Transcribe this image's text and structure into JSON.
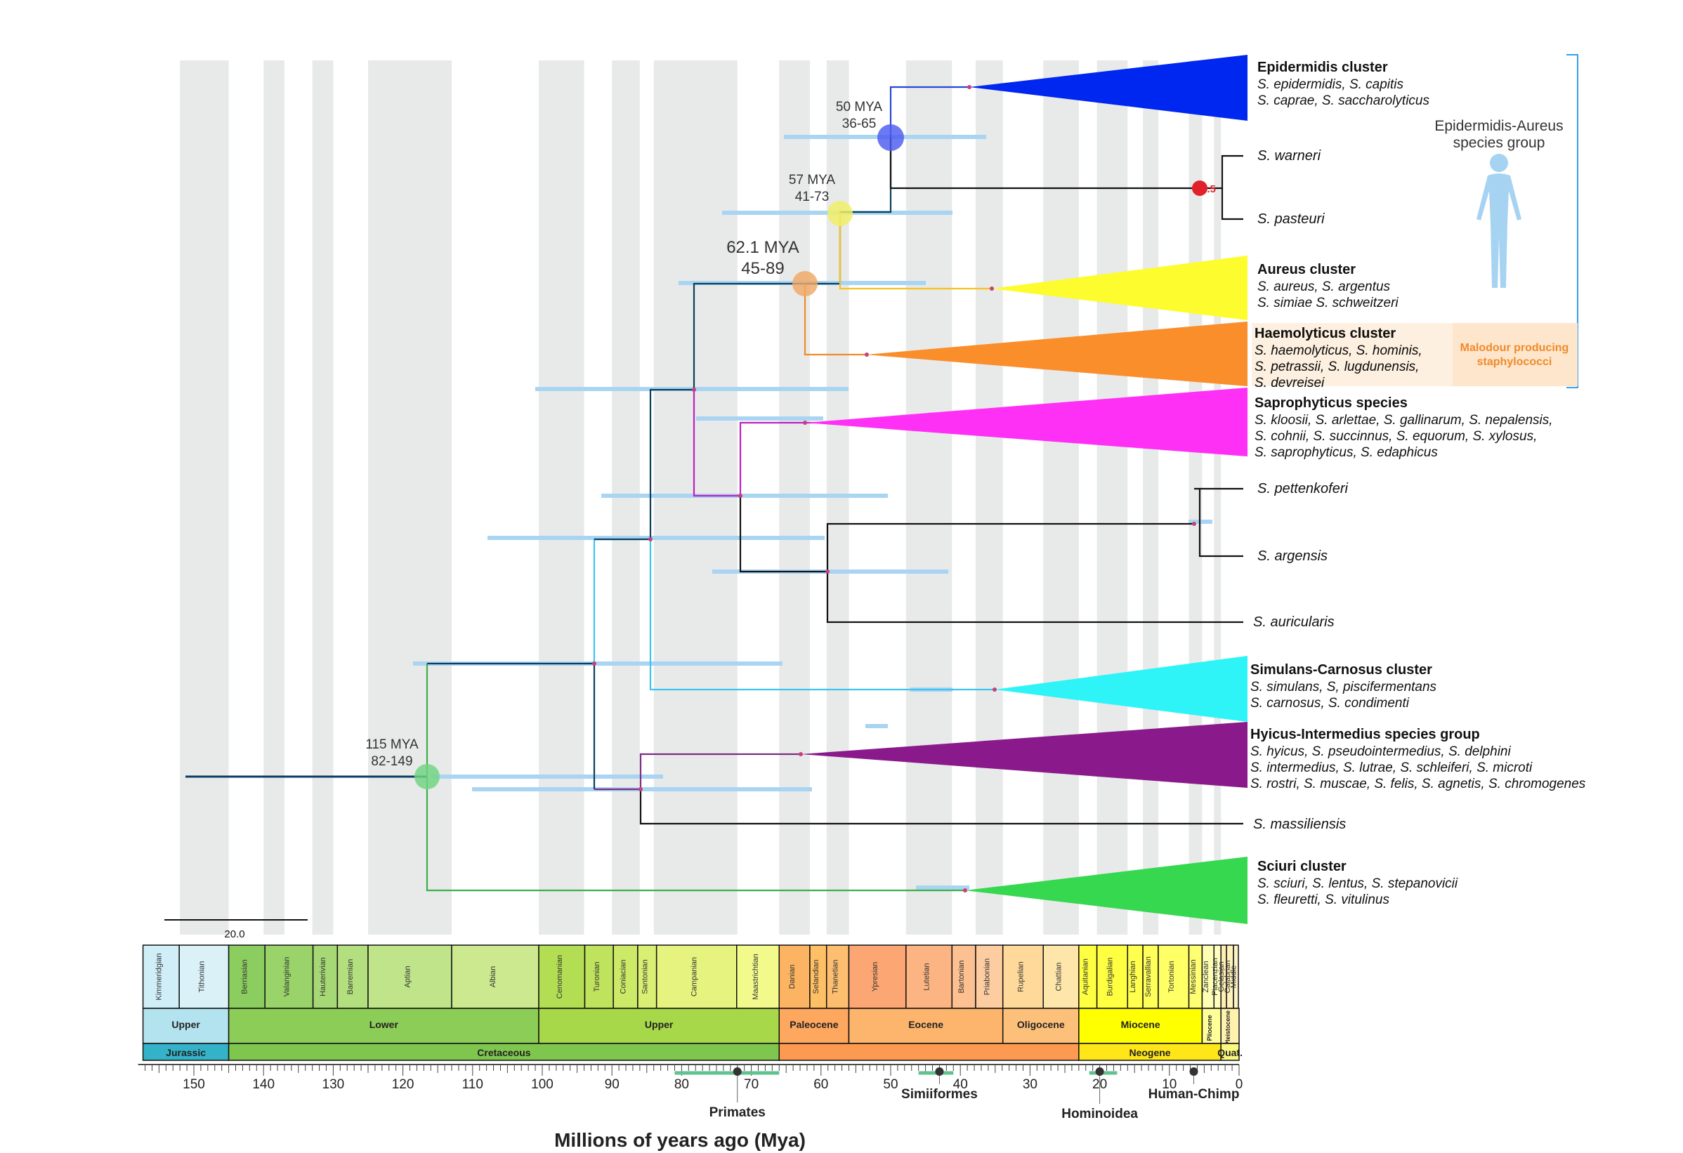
{
  "title": "",
  "scale_bar": "20.0",
  "x_axis_label": "Millions of years ago (Mya)",
  "x_ticks": [
    150,
    140,
    130,
    120,
    110,
    100,
    90,
    80,
    70,
    60,
    50,
    40,
    30,
    20,
    10,
    0
  ],
  "x_range": [
    158,
    0
  ],
  "age_boundaries": [
    152,
    145,
    140,
    137,
    133,
    130,
    125,
    113,
    100.5,
    94,
    90,
    86,
    84,
    72,
    66,
    61.6,
    59.2,
    56,
    47.8,
    41.2,
    37.8,
    33.9,
    28.1,
    23,
    20.4,
    16,
    13.8,
    11.6,
    7.2,
    5.3,
    3.6,
    2.6
  ],
  "clusters": [
    {
      "name": "Epidermidis cluster",
      "members": [
        "S. epidermidis, S. capitis",
        "S. caprae, S. saccharolyticus"
      ],
      "color": "#0027ef"
    },
    {
      "name": "Aureus cluster",
      "members": [
        "S. aureus, S. argentus",
        "S. simiae S. schweitzeri"
      ],
      "color": "#fdfc2e"
    },
    {
      "name": "Haemolyticus cluster",
      "members": [
        "S. haemolyticus, S. hominis,",
        "S. petrassii, S. lugdunensis,",
        "S. devreisei"
      ],
      "color": "#fa8e2a"
    },
    {
      "name": "Saprophyticus species",
      "members": [
        "S. kloosii, S. arlettae, S. gallinarum, S. nepalensis,",
        "S. cohnii, S. succinnus, S. equorum, S. xylosus,",
        "S. saprophyticus, S. edaphicus"
      ],
      "color": "#ff30f5"
    },
    {
      "name": "Simulans-Carnosus cluster",
      "members": [
        "S. simulans, S, piscifermentans",
        "S. carnosus, S. condimenti"
      ],
      "color": "#2ef4f8"
    },
    {
      "name": "Hyicus-Intermedius species group",
      "members": [
        "S. hyicus, S. pseudointermedius, S. delphini",
        "S. intermedius, S. lutrae, S. schleiferi, S. microti",
        "S. rostri, S. muscae, S. felis, S. agnetis, S. chromogenes"
      ],
      "color": "#8a1a8b"
    },
    {
      "name": "Sciuri cluster",
      "members": [
        "S. sciuri, S. lentus, S. stepanovicii",
        "S. fleuretti, S. vitulinus"
      ],
      "color": "#35d84f"
    }
  ],
  "single_taxa": [
    "S. warneri",
    "S. pasteuri",
    "S. pettenkoferi",
    "S. argensis",
    "S. auricularis",
    "S. massiliensis"
  ],
  "node_labels": {
    "n50": [
      "50 MYA",
      "36-65"
    ],
    "n57": [
      "57 MYA",
      "41-73"
    ],
    "n62": [
      "62.1 MYA",
      "45-89"
    ],
    "n115": [
      "115 MYA",
      "82-149"
    ],
    "warneri_value": "3.5"
  },
  "species_group": {
    "label_lines": [
      "Epidermidis-Aureus",
      "species group"
    ],
    "icon": "human-silhouette-icon"
  },
  "malodour_label": [
    "Malodour producing",
    "staphylococci"
  ],
  "stages": [
    {
      "name": "Kimmeridgian",
      "start": 157.3,
      "end": 152.1,
      "color": "#cfeef7"
    },
    {
      "name": "Tithonian",
      "start": 152.1,
      "end": 145,
      "color": "#d9f1f7"
    },
    {
      "name": "Berriasian",
      "start": 145,
      "end": 139.8,
      "color": "#8ccd60"
    },
    {
      "name": "Valanginian",
      "start": 139.8,
      "end": 132.9,
      "color": "#99d36a"
    },
    {
      "name": "Hauterivian",
      "start": 132.9,
      "end": 129.4,
      "color": "#a6d975"
    },
    {
      "name": "Barremian",
      "start": 129.4,
      "end": 125,
      "color": "#b3df7f"
    },
    {
      "name": "Aptian",
      "start": 125,
      "end": 113,
      "color": "#bfe48a"
    },
    {
      "name": "Albian",
      "start": 113,
      "end": 100.5,
      "color": "#cce98f"
    },
    {
      "name": "Cenomanian",
      "start": 100.5,
      "end": 93.9,
      "color": "#b3de53"
    },
    {
      "name": "Turonian",
      "start": 93.9,
      "end": 89.8,
      "color": "#bfe35d"
    },
    {
      "name": "Coniacian",
      "start": 89.8,
      "end": 86.3,
      "color": "#cce968"
    },
    {
      "name": "Santonian",
      "start": 86.3,
      "end": 83.6,
      "color": "#d9ef74"
    },
    {
      "name": "Campanian",
      "start": 83.6,
      "end": 72.1,
      "color": "#e6f47f"
    },
    {
      "name": "Maastrichtian",
      "start": 72.1,
      "end": 66,
      "color": "#f2fa8c"
    },
    {
      "name": "Danian",
      "start": 66,
      "end": 61.6,
      "color": "#fdb462"
    },
    {
      "name": "Selandian",
      "start": 61.6,
      "end": 59.2,
      "color": "#febf65"
    },
    {
      "name": "Thanetian",
      "start": 59.2,
      "end": 56,
      "color": "#fdbf6f"
    },
    {
      "name": "Ypresian",
      "start": 56,
      "end": 47.8,
      "color": "#fca773"
    },
    {
      "name": "Lutetian",
      "start": 47.8,
      "end": 41.2,
      "color": "#fcb482"
    },
    {
      "name": "Bartonian",
      "start": 41.2,
      "end": 37.8,
      "color": "#fdc091"
    },
    {
      "name": "Priabonian",
      "start": 37.8,
      "end": 33.9,
      "color": "#fdcda1"
    },
    {
      "name": "Rupelian",
      "start": 33.9,
      "end": 28.1,
      "color": "#fed99a"
    },
    {
      "name": "Chattian",
      "start": 28.1,
      "end": 23,
      "color": "#fee6aa"
    },
    {
      "name": "Aquitanian",
      "start": 23,
      "end": 20.4,
      "color": "#ffff41"
    },
    {
      "name": "Burdigalian",
      "start": 20.4,
      "end": 16,
      "color": "#ffff41"
    },
    {
      "name": "Langhian",
      "start": 16,
      "end": 13.8,
      "color": "#ffff4d"
    },
    {
      "name": "Serravallian",
      "start": 13.8,
      "end": 11.6,
      "color": "#ffff59"
    },
    {
      "name": "Tortonian",
      "start": 11.6,
      "end": 7.2,
      "color": "#ffff66"
    },
    {
      "name": "Messinian",
      "start": 7.2,
      "end": 5.3,
      "color": "#ffff73"
    },
    {
      "name": "Zanclean",
      "start": 5.3,
      "end": 3.6,
      "color": "#ffffb3"
    },
    {
      "name": "Piacenzian",
      "start": 3.6,
      "end": 2.6,
      "color": "#ffffbf"
    },
    {
      "name": "Gelasian",
      "start": 2.6,
      "end": 1.8,
      "color": "#ffedb3"
    },
    {
      "name": "Calabrian",
      "start": 1.8,
      "end": 0.8,
      "color": "#fff2ba"
    },
    {
      "name": "Middle",
      "start": 0.8,
      "end": 0.1,
      "color": "#fff2c7"
    }
  ],
  "series": [
    {
      "name": "Upper",
      "start": 157.3,
      "end": 145,
      "color": "#b3e3ee"
    },
    {
      "name": "Lower",
      "start": 145,
      "end": 100.5,
      "color": "#8ccd57"
    },
    {
      "name": "Upper",
      "start": 100.5,
      "end": 66,
      "color": "#a6d84a"
    },
    {
      "name": "Paleocene",
      "start": 66,
      "end": 56,
      "color": "#fda75f"
    },
    {
      "name": "Eocene",
      "start": 56,
      "end": 33.9,
      "color": "#fdb46c"
    },
    {
      "name": "Oligocene",
      "start": 33.9,
      "end": 23,
      "color": "#fdc07a"
    },
    {
      "name": "Miocene",
      "start": 23,
      "end": 5.3,
      "color": "#ffff00"
    },
    {
      "name": "Pliocene",
      "start": 5.3,
      "end": 2.6,
      "color": "#ffff99"
    },
    {
      "name": "Pleistocene",
      "start": 2.6,
      "end": 0,
      "color": "#fff2ae"
    }
  ],
  "periods": [
    {
      "name": "Jurassic",
      "start": 157.3,
      "end": 145,
      "color": "#34b2c9"
    },
    {
      "name": "Cretaceous",
      "start": 145,
      "end": 66,
      "color": "#7fc64e"
    },
    {
      "name": "",
      "start": 66,
      "end": 23,
      "color": "#fd9a52"
    },
    {
      "name": "Neogene",
      "start": 23,
      "end": 2.6,
      "color": "#ffe619"
    },
    {
      "name": "Quat.",
      "start": 2.6,
      "end": 0,
      "color": "#f9f97f"
    }
  ],
  "calibrations": [
    {
      "name": "Primates",
      "age": 72,
      "range": [
        81,
        66
      ]
    },
    {
      "name": "Simiiformes",
      "age": 43,
      "range": [
        46,
        41
      ]
    },
    {
      "name": "Hominoidea",
      "age": 20,
      "range": [
        21.5,
        17.5
      ]
    },
    {
      "name": "Human-Chimp",
      "age": 6.5,
      "range": [
        7,
        6
      ]
    }
  ]
}
